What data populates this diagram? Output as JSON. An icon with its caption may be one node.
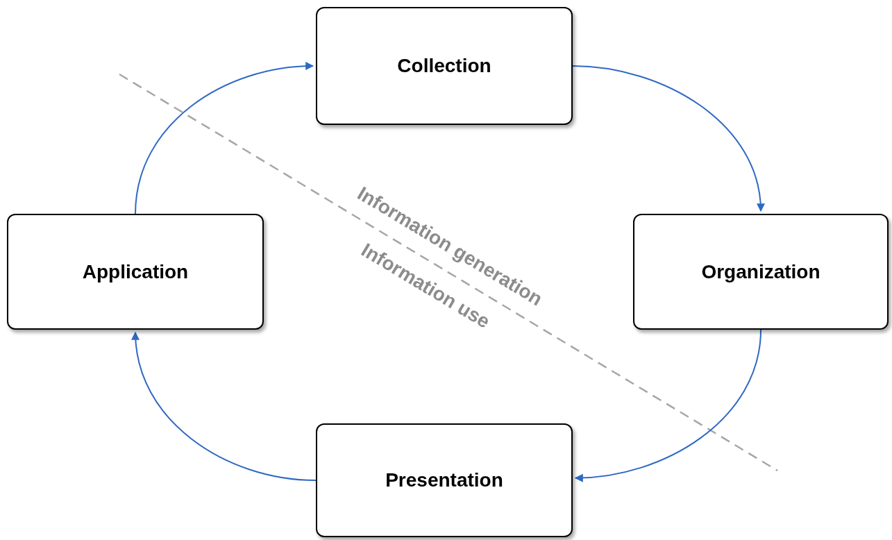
{
  "diagram": {
    "nodes": [
      {
        "text": [
          "Collection"
        ]
      },
      {
        "text": [
          "Organization"
        ]
      },
      {
        "text": [
          "Presentation"
        ]
      },
      {
        "text": [
          "Application"
        ]
      }
    ],
    "edges": [
      {
        "from": 0,
        "to": 1,
        "arrow": "to"
      },
      {
        "from": 1,
        "to": 2,
        "arrow": "to"
      },
      {
        "from": 2,
        "to": 3,
        "arrow": "to"
      },
      {
        "from": 3,
        "to": 0,
        "arrow": "to"
      }
    ],
    "labels": [
      "Information generation",
      "Information use"
    ]
  }
}
